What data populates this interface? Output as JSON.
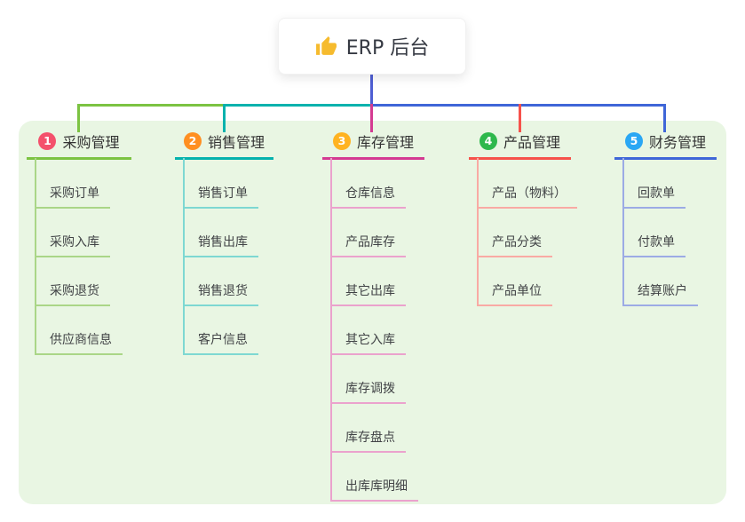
{
  "root": {
    "label": "ERP 后台",
    "icon": "thumbs-up-icon"
  },
  "branches": [
    {
      "badge": "1",
      "title": "采购管理",
      "colors": {
        "badge": "#f4516c",
        "line": "#7cc342",
        "light": "#aad687"
      },
      "children": [
        "采购订单",
        "采购入库",
        "采购退货",
        "供应商信息"
      ]
    },
    {
      "badge": "2",
      "title": "销售管理",
      "colors": {
        "badge": "#ff8f21",
        "line": "#04b2ad",
        "light": "#7ed8d2"
      },
      "children": [
        "销售订单",
        "销售出库",
        "销售退货",
        "客户信息"
      ]
    },
    {
      "badge": "3",
      "title": "库存管理",
      "colors": {
        "badge": "#ffb321",
        "line": "#d43a92",
        "light": "#eba2cd"
      },
      "children": [
        "仓库信息",
        "产品库存",
        "其它出库",
        "其它入库",
        "库存调拨",
        "库存盘点",
        "出库库明细"
      ]
    },
    {
      "badge": "4",
      "title": "产品管理",
      "colors": {
        "badge": "#2eb84c",
        "line": "#f6524b",
        "light": "#f9aaa4"
      },
      "children": [
        "产品（物料）",
        "产品分类",
        "产品单位"
      ]
    },
    {
      "badge": "5",
      "title": "财务管理",
      "colors": {
        "badge": "#2aa7f4",
        "line": "#3f66d8",
        "light": "#9cabe5"
      },
      "children": [
        "回款单",
        "付款单",
        "结算账户"
      ]
    }
  ],
  "colors": {
    "root_connector": "#4e5ed3",
    "panel_bg": "#e9f6e3",
    "title_text": "#333333",
    "child_text": "#414346",
    "root_text": "#363a43",
    "card_bg": "#ffffff",
    "thumb_yellow": "#f6bb2e"
  }
}
